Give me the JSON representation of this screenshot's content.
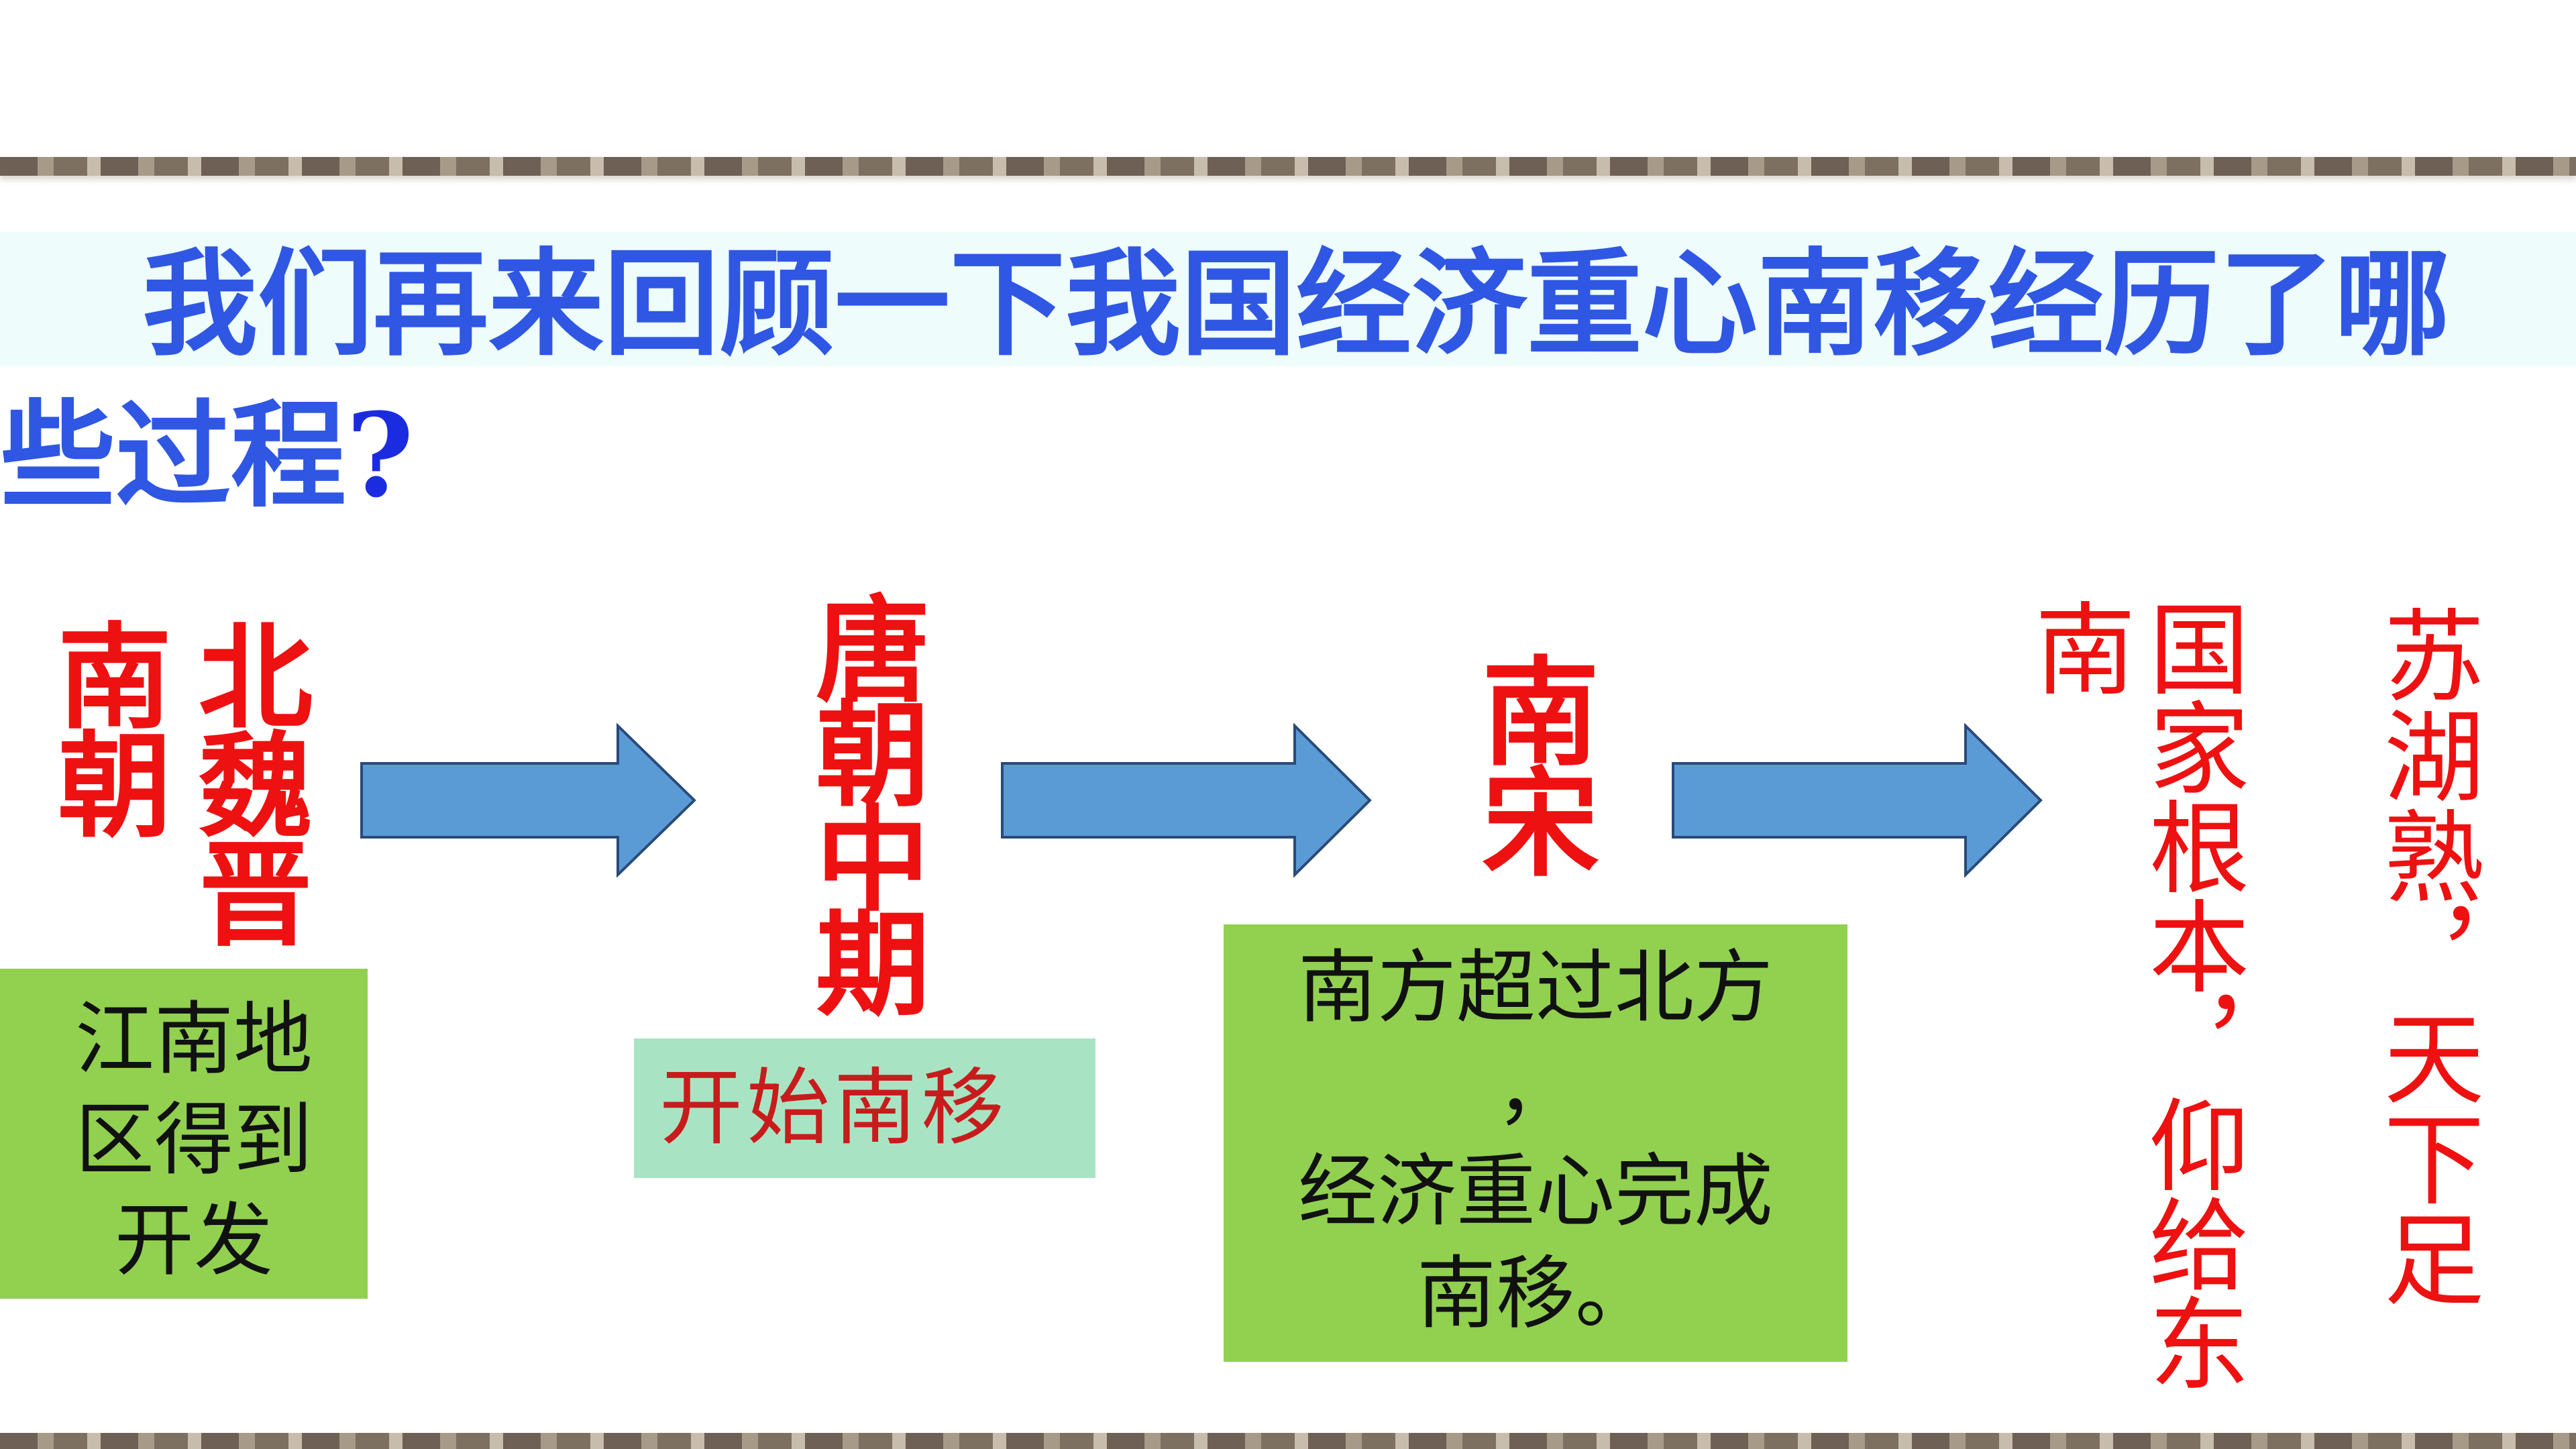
{
  "slide": {
    "title_main": "我们再来回顾一下我国经济重心南移经历了哪些过程",
    "title_mark": "?"
  },
  "stages": [
    {
      "era": "北魏晋南朝",
      "note_lines": [
        "江南地",
        "区得到",
        "开发"
      ]
    },
    {
      "era": "唐朝中期",
      "note": "开始南移"
    },
    {
      "era": "南宋",
      "note_lines": [
        "南方超过北方",
        "，",
        "经济重心完成",
        "南移。"
      ]
    }
  ],
  "quotes": {
    "first": "国家根本，仰给东南",
    "second": "苏湖熟，天下足"
  },
  "colors": {
    "title": "#2f57e3",
    "era": "#ee1111",
    "arrow": "#5b9bd5",
    "box_green": "#92d050",
    "box_teal": "#a8e4c4"
  }
}
